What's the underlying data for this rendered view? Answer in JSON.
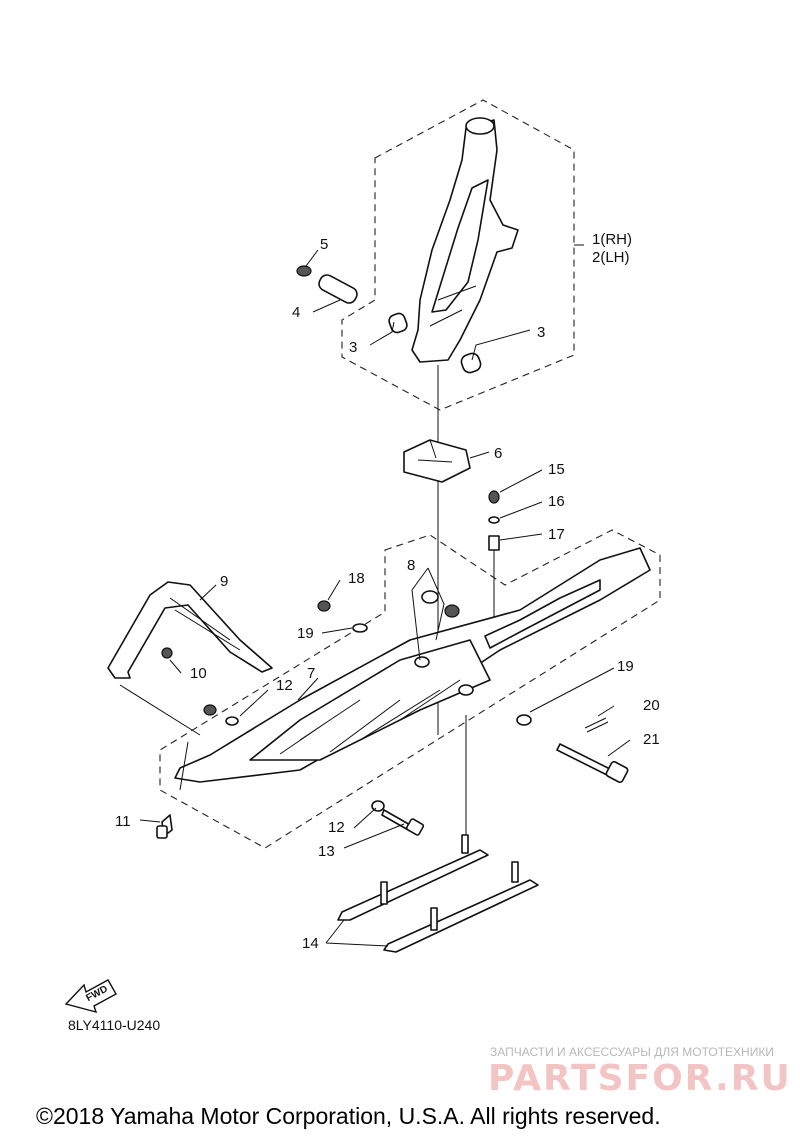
{
  "diagram": {
    "callouts": {
      "c1": "1(RH)",
      "c2": "2(LH)",
      "c3a": "3",
      "c3b": "3",
      "c4": "4",
      "c5": "5",
      "c6": "6",
      "c7": "7",
      "c8": "8",
      "c9": "9",
      "c10": "10",
      "c11": "11",
      "c12a": "12",
      "c12b": "12",
      "c13": "13",
      "c14": "14",
      "c15": "15",
      "c16": "16",
      "c17": "17",
      "c18": "18",
      "c19a": "19",
      "c19b": "19",
      "c20": "20",
      "c21": "21"
    },
    "fwd_label": "FWD",
    "diagram_code": "8LY4110-U240"
  },
  "watermark": {
    "subtitle": "ЗАПЧАСТИ И АКСЕССУАРЫ ДЛЯ МОТОТЕХНИКИ",
    "brand": "PARTSFOR.RU"
  },
  "footer": {
    "copyright": "©2018 Yamaha Motor Corporation, U.S.A. All rights reserved."
  }
}
